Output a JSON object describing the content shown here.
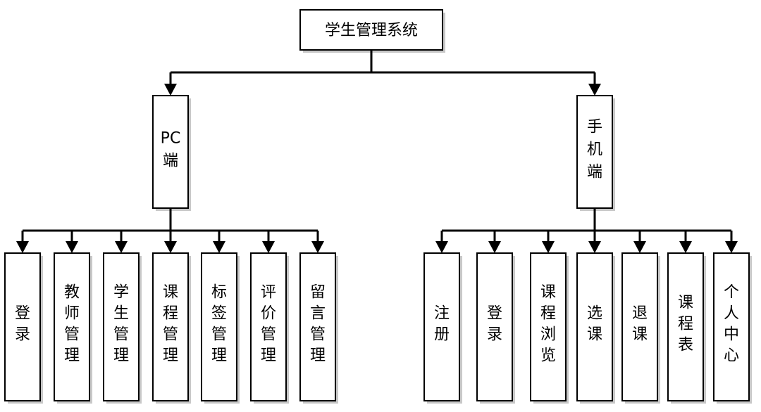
{
  "root": {
    "label": "学生管理系统"
  },
  "branches": [
    {
      "id": "pc",
      "label": "PC\n端",
      "children": [
        "登录",
        "教师管理",
        "学生管理",
        "课程管理",
        "标签管理",
        "评价管理",
        "留言管理"
      ]
    },
    {
      "id": "mobile",
      "label": "手\n机\n端",
      "children": [
        "注册",
        "登录",
        "课程浏览",
        "选课",
        "退课",
        "课程表",
        "个人中心"
      ]
    }
  ]
}
